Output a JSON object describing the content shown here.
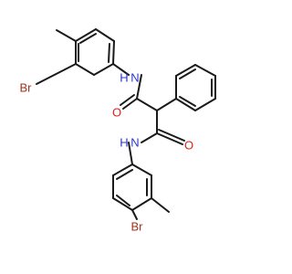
{
  "molecule": {
    "atom_labels": {
      "nh_top": "N",
      "h_top": "H",
      "o_top": "O",
      "br_top": "Br",
      "nh_bottom": "N",
      "h_bottom": "H",
      "o_bottom": "O",
      "br_bottom": "Br"
    },
    "colors": {
      "bond": "#1a1a1a",
      "nitrogen": "#2b36c8",
      "oxygen": "#e0201b",
      "bromine": "#a5321f"
    }
  }
}
